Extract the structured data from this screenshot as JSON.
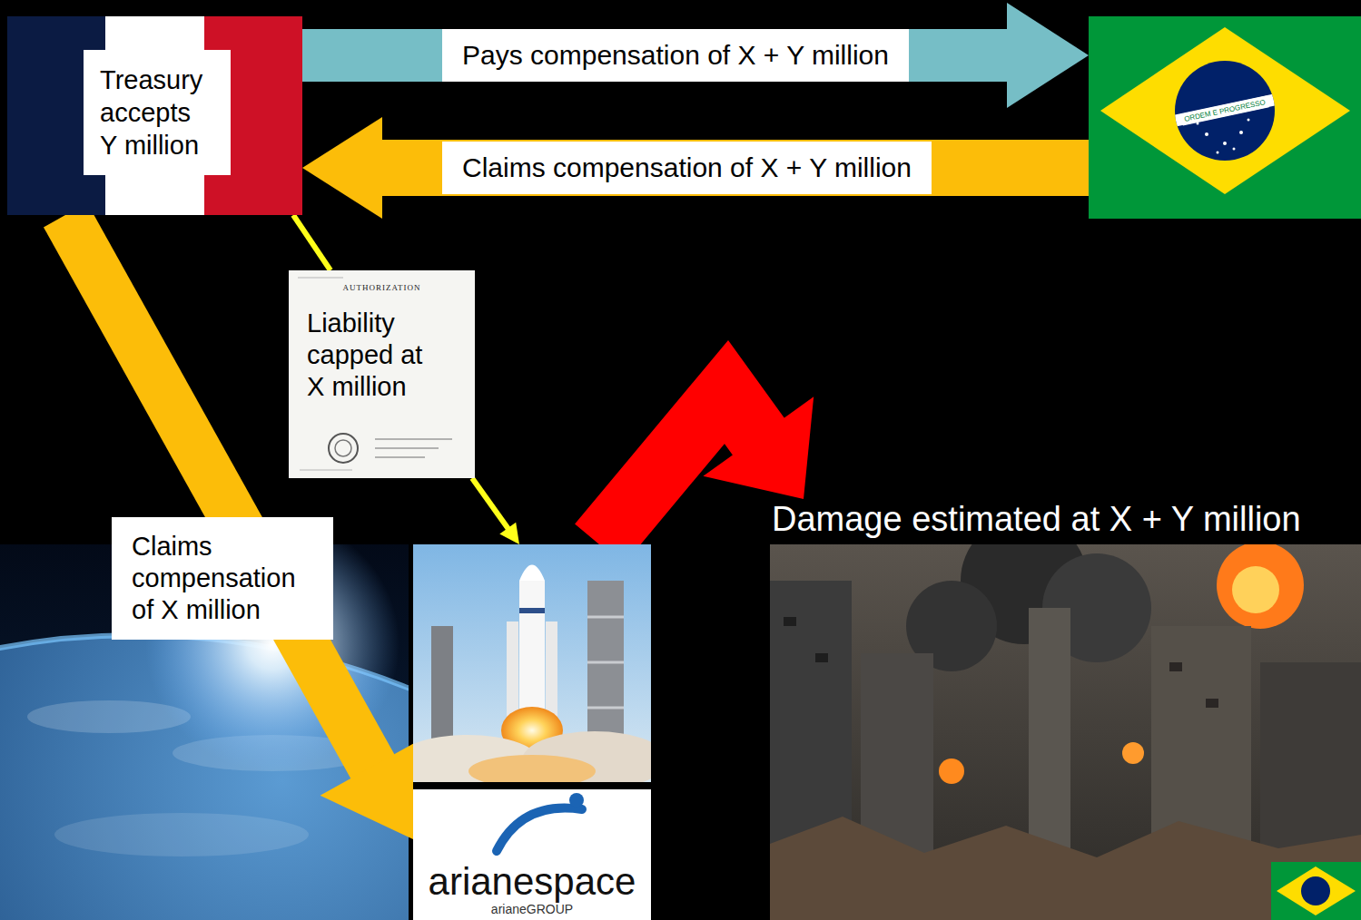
{
  "diagram": {
    "nodes": [
      {
        "text": [
          "Treasury accepts Y million"
        ]
      },
      {
        "text": [
          "ORDEM E PROGRESSO"
        ]
      },
      {
        "text": [
          "AUTHORIZATION",
          "Liability capped at X million"
        ]
      },
      {
        "text": [
          "arianespace",
          "arianeGROUP"
        ]
      },
      {
        "text": [
          "Damage estimated at X + Y million"
        ]
      }
    ],
    "edges": [
      {
        "from": 0,
        "to": 1,
        "arrow": "to",
        "label": "Pays compensation of X + Y million"
      },
      {
        "from": 1,
        "to": 0,
        "arrow": "to",
        "label": "Claims compensation of X + Y million"
      },
      {
        "from": 0,
        "to": 3,
        "arrow": "to",
        "label": "Claims compensation of X million"
      },
      {
        "from": 0,
        "to": 2,
        "arrow": "none"
      },
      {
        "from": 2,
        "to": 3,
        "arrow": "to"
      },
      {
        "from": 3,
        "to": 4,
        "arrow": "to"
      }
    ]
  }
}
